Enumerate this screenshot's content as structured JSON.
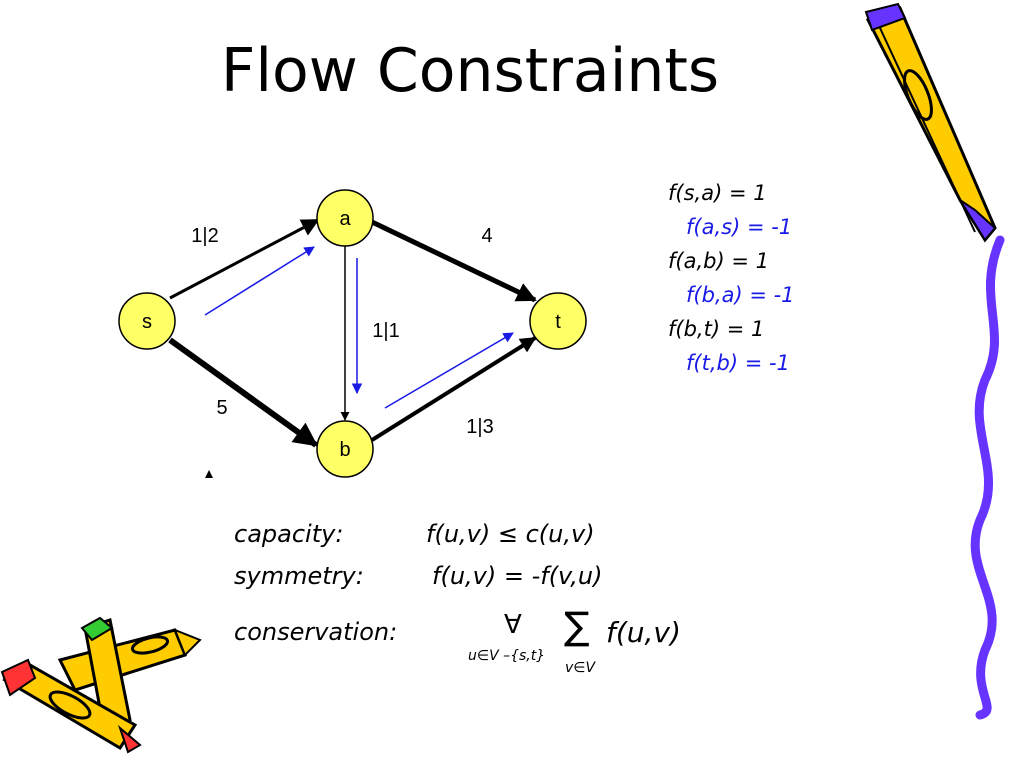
{
  "title": "Flow Constraints",
  "diagram": {
    "nodes": [
      {
        "id": "s",
        "label": "s"
      },
      {
        "id": "a",
        "label": "a"
      },
      {
        "id": "b",
        "label": "b"
      },
      {
        "id": "t",
        "label": "t"
      }
    ],
    "edges": [
      {
        "from": "s",
        "to": "a",
        "label": "1|2"
      },
      {
        "from": "a",
        "to": "t",
        "label": "4"
      },
      {
        "from": "a",
        "to": "b",
        "label": "1|1"
      },
      {
        "from": "s",
        "to": "b",
        "label": "5"
      },
      {
        "from": "b",
        "to": "t",
        "label": "1|3"
      }
    ],
    "node_color": "#ffff66",
    "flow_arrow_color": "#1a1ae6"
  },
  "flows": [
    {
      "text": "f(s,a) = 1",
      "reverse": false
    },
    {
      "text": "f(a,s) = -1",
      "reverse": true
    },
    {
      "text": "f(a,b) = 1",
      "reverse": false
    },
    {
      "text": "f(b,a) = -1",
      "reverse": true
    },
    {
      "text": "f(b,t) = 1",
      "reverse": false
    },
    {
      "text": "f(t,b) = -1",
      "reverse": true
    }
  ],
  "constraints": {
    "capacity_label": "capacity:",
    "capacity_formula": "f(u,v) ≤ c(u,v)",
    "symmetry_label": "symmetry:",
    "symmetry_formula": "f(u,v) = -f(v,u)",
    "conservation_label": "conservation:",
    "forall_symbol": "∀",
    "forall_subscript": "u∈V –{s,t}",
    "sum_symbol": "∑",
    "sum_subscript": "v∈V",
    "conservation_formula": "f(u,v)"
  },
  "decorations": {
    "pencil_icon": "pencil-icon",
    "crayons_icon": "crayons-icon",
    "squiggle_color": "#6633ff"
  }
}
